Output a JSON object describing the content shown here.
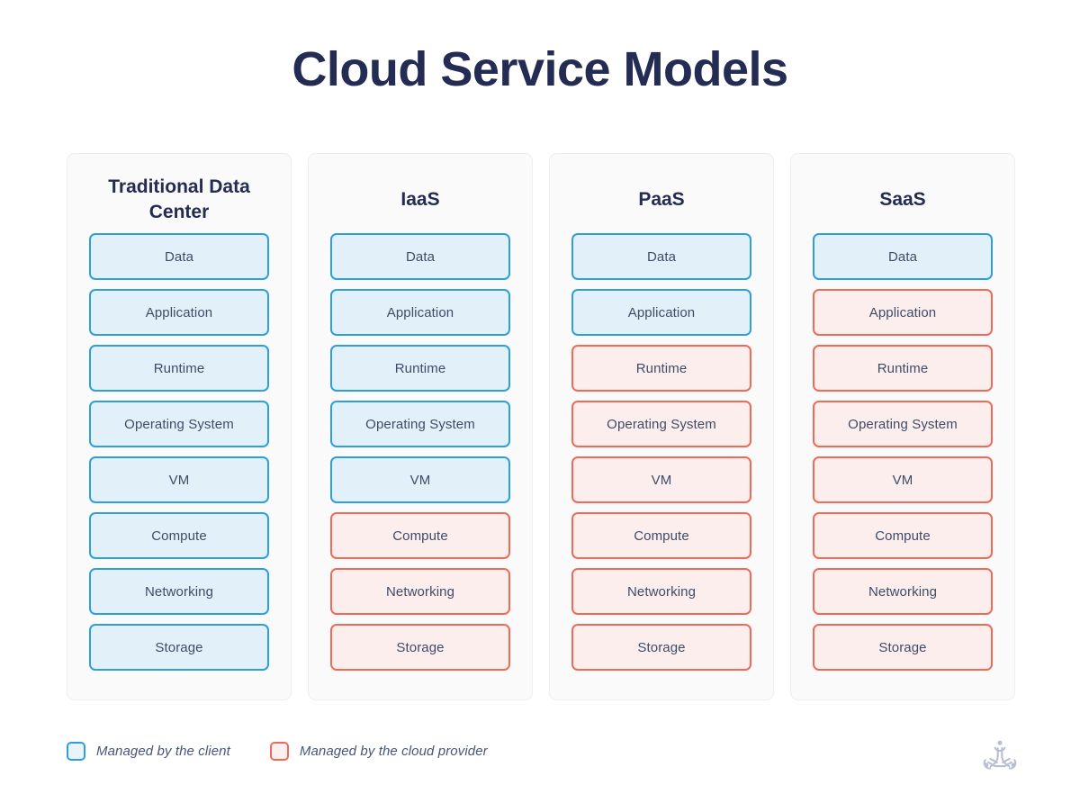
{
  "title": "Cloud Service Models",
  "colors": {
    "title": "#242c54",
    "client_border": "#2f9fdb",
    "client_fill": "#e2f0fa",
    "provider_border": "#ef6b58",
    "provider_fill": "#fceeed",
    "card_background": "#fafafb",
    "page_background": "#ffffff",
    "layer_text": "#3f4c68",
    "logo": "#b8bdd4"
  },
  "columns": [
    {
      "title": "Traditional Data Center",
      "layers": [
        {
          "label": "Data",
          "owner": "client"
        },
        {
          "label": "Application",
          "owner": "client"
        },
        {
          "label": "Runtime",
          "owner": "client"
        },
        {
          "label": "Operating System",
          "owner": "client"
        },
        {
          "label": "VM",
          "owner": "client"
        },
        {
          "label": "Compute",
          "owner": "client"
        },
        {
          "label": "Networking",
          "owner": "client"
        },
        {
          "label": "Storage",
          "owner": "client"
        }
      ]
    },
    {
      "title": "IaaS",
      "layers": [
        {
          "label": "Data",
          "owner": "client"
        },
        {
          "label": "Application",
          "owner": "client"
        },
        {
          "label": "Runtime",
          "owner": "client"
        },
        {
          "label": "Operating System",
          "owner": "client"
        },
        {
          "label": "VM",
          "owner": "client"
        },
        {
          "label": "Compute",
          "owner": "provider"
        },
        {
          "label": "Networking",
          "owner": "provider"
        },
        {
          "label": "Storage",
          "owner": "provider"
        }
      ]
    },
    {
      "title": "PaaS",
      "layers": [
        {
          "label": "Data",
          "owner": "client"
        },
        {
          "label": "Application",
          "owner": "client"
        },
        {
          "label": "Runtime",
          "owner": "provider"
        },
        {
          "label": "Operating System",
          "owner": "provider"
        },
        {
          "label": "VM",
          "owner": "provider"
        },
        {
          "label": "Compute",
          "owner": "provider"
        },
        {
          "label": "Networking",
          "owner": "provider"
        },
        {
          "label": "Storage",
          "owner": "provider"
        }
      ]
    },
    {
      "title": "SaaS",
      "layers": [
        {
          "label": "Data",
          "owner": "client"
        },
        {
          "label": "Application",
          "owner": "provider"
        },
        {
          "label": "Runtime",
          "owner": "provider"
        },
        {
          "label": "Operating System",
          "owner": "provider"
        },
        {
          "label": "VM",
          "owner": "provider"
        },
        {
          "label": "Compute",
          "owner": "provider"
        },
        {
          "label": "Networking",
          "owner": "provider"
        },
        {
          "label": "Storage",
          "owner": "provider"
        }
      ]
    }
  ],
  "legend": [
    {
      "owner": "client",
      "label": "Managed by the client"
    },
    {
      "owner": "provider",
      "label": "Managed by the cloud provider"
    }
  ],
  "logo": {
    "name": "trefoil-logo"
  }
}
